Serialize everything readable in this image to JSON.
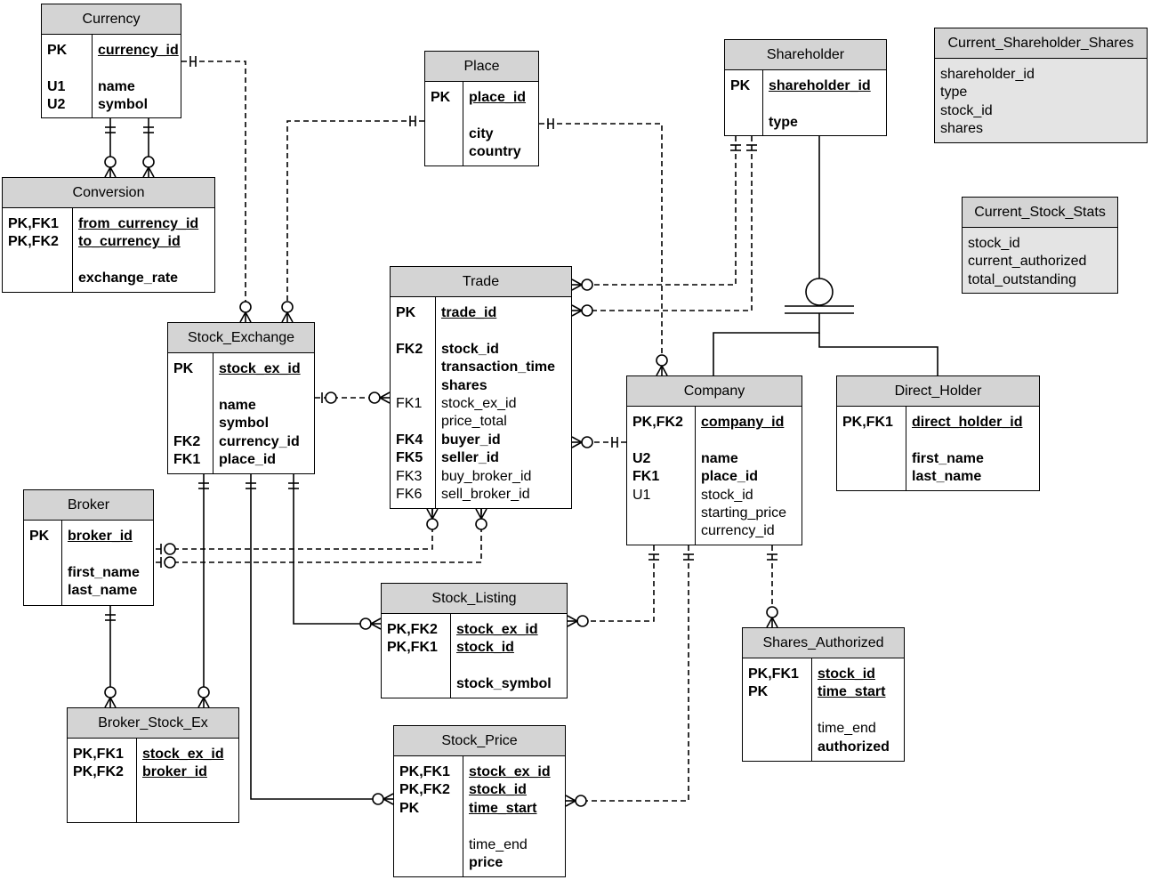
{
  "entities": {
    "currency": {
      "name": "Currency",
      "rows": [
        {
          "key": "PK",
          "field": "currency_id",
          "bold": true,
          "pk": true
        },
        {
          "key": "",
          "field": "",
          "bold": false,
          "pk": false
        },
        {
          "key": "U1",
          "field": "name",
          "bold": true,
          "pk": false
        },
        {
          "key": "U2",
          "field": "symbol",
          "bold": true,
          "pk": false
        }
      ]
    },
    "conversion": {
      "name": "Conversion",
      "rows": [
        {
          "key": "PK,FK1",
          "field": "from_currency_id",
          "bold": true,
          "pk": true
        },
        {
          "key": "PK,FK2",
          "field": "to_currency_id",
          "bold": true,
          "pk": true
        },
        {
          "key": "",
          "field": "",
          "bold": false,
          "pk": false
        },
        {
          "key": "",
          "field": "exchange_rate",
          "bold": true,
          "pk": false
        }
      ]
    },
    "place": {
      "name": "Place",
      "rows": [
        {
          "key": "PK",
          "field": "place_id",
          "bold": true,
          "pk": true
        },
        {
          "key": "",
          "field": "",
          "bold": false,
          "pk": false
        },
        {
          "key": "",
          "field": "city",
          "bold": true,
          "pk": false
        },
        {
          "key": "",
          "field": "country",
          "bold": true,
          "pk": false
        }
      ]
    },
    "shareholder": {
      "name": "Shareholder",
      "rows": [
        {
          "key": "PK",
          "field": "shareholder_id",
          "bold": true,
          "pk": true
        },
        {
          "key": "",
          "field": "",
          "bold": false,
          "pk": false
        },
        {
          "key": "",
          "field": "type",
          "bold": true,
          "pk": false
        }
      ]
    },
    "stock_exchange": {
      "name": "Stock_Exchange",
      "rows": [
        {
          "key": "PK",
          "field": "stock_ex_id",
          "bold": true,
          "pk": true
        },
        {
          "key": "",
          "field": "",
          "bold": false,
          "pk": false
        },
        {
          "key": "",
          "field": "name",
          "bold": true,
          "pk": false
        },
        {
          "key": "",
          "field": "symbol",
          "bold": true,
          "pk": false
        },
        {
          "key": "FK2",
          "field": "currency_id",
          "bold": true,
          "pk": false
        },
        {
          "key": "FK1",
          "field": "place_id",
          "bold": true,
          "pk": false
        }
      ]
    },
    "trade": {
      "name": "Trade",
      "rows": [
        {
          "key": "PK",
          "field": "trade_id",
          "bold": true,
          "pk": true
        },
        {
          "key": "",
          "field": "",
          "bold": false,
          "pk": false
        },
        {
          "key": "FK2",
          "field": "stock_id",
          "bold": true,
          "pk": false
        },
        {
          "key": "",
          "field": "transaction_time",
          "bold": true,
          "pk": false
        },
        {
          "key": "",
          "field": "shares",
          "bold": true,
          "pk": false
        },
        {
          "key": "FK1",
          "field": "stock_ex_id",
          "bold": false,
          "pk": false
        },
        {
          "key": "",
          "field": "price_total",
          "bold": false,
          "pk": false
        },
        {
          "key": "FK4",
          "field": "buyer_id",
          "bold": true,
          "pk": false
        },
        {
          "key": "FK5",
          "field": "seller_id",
          "bold": true,
          "pk": false
        },
        {
          "key": "FK3",
          "field": "buy_broker_id",
          "bold": false,
          "pk": false
        },
        {
          "key": "FK6",
          "field": "sell_broker_id",
          "bold": false,
          "pk": false
        }
      ]
    },
    "company": {
      "name": "Company",
      "rows": [
        {
          "key": "PK,FK2",
          "field": "company_id",
          "bold": true,
          "pk": true
        },
        {
          "key": "",
          "field": "",
          "bold": false,
          "pk": false
        },
        {
          "key": "U2",
          "field": "name",
          "bold": true,
          "pk": false
        },
        {
          "key": "FK1",
          "field": "place_id",
          "bold": true,
          "pk": false
        },
        {
          "key": "U1",
          "field": "stock_id",
          "bold": false,
          "pk": false
        },
        {
          "key": "",
          "field": "starting_price",
          "bold": false,
          "pk": false
        },
        {
          "key": "",
          "field": "currency_id",
          "bold": false,
          "pk": false
        }
      ]
    },
    "direct_holder": {
      "name": "Direct_Holder",
      "rows": [
        {
          "key": "PK,FK1",
          "field": "direct_holder_id",
          "bold": true,
          "pk": true
        },
        {
          "key": "",
          "field": "",
          "bold": false,
          "pk": false
        },
        {
          "key": "",
          "field": "first_name",
          "bold": true,
          "pk": false
        },
        {
          "key": "",
          "field": "last_name",
          "bold": true,
          "pk": false
        }
      ]
    },
    "broker": {
      "name": "Broker",
      "rows": [
        {
          "key": "PK",
          "field": "broker_id",
          "bold": true,
          "pk": true
        },
        {
          "key": "",
          "field": "",
          "bold": false,
          "pk": false
        },
        {
          "key": "",
          "field": "first_name",
          "bold": true,
          "pk": false
        },
        {
          "key": "",
          "field": "last_name",
          "bold": true,
          "pk": false
        }
      ]
    },
    "stock_listing": {
      "name": "Stock_Listing",
      "rows": [
        {
          "key": "PK,FK2",
          "field": "stock_ex_id",
          "bold": true,
          "pk": true
        },
        {
          "key": "PK,FK1",
          "field": "stock_id",
          "bold": true,
          "pk": true
        },
        {
          "key": "",
          "field": "",
          "bold": false,
          "pk": false
        },
        {
          "key": "",
          "field": "stock_symbol",
          "bold": true,
          "pk": false
        }
      ]
    },
    "shares_authorized": {
      "name": "Shares_Authorized",
      "rows": [
        {
          "key": "PK,FK1",
          "field": "stock_id",
          "bold": true,
          "pk": true
        },
        {
          "key": "PK",
          "field": "time_start",
          "bold": true,
          "pk": true
        },
        {
          "key": "",
          "field": "",
          "bold": false,
          "pk": false
        },
        {
          "key": "",
          "field": "time_end",
          "bold": false,
          "pk": false
        },
        {
          "key": "",
          "field": "authorized",
          "bold": true,
          "pk": false
        }
      ]
    },
    "broker_stock_ex": {
      "name": "Broker_Stock_Ex",
      "rows": [
        {
          "key": "PK,FK1",
          "field": "stock_ex_id",
          "bold": true,
          "pk": true
        },
        {
          "key": "PK,FK2",
          "field": "broker_id",
          "bold": true,
          "pk": true
        }
      ]
    },
    "stock_price": {
      "name": "Stock_Price",
      "rows": [
        {
          "key": "PK,FK1",
          "field": "stock_ex_id",
          "bold": true,
          "pk": true
        },
        {
          "key": "PK,FK2",
          "field": "stock_id",
          "bold": true,
          "pk": true
        },
        {
          "key": "PK",
          "field": "time_start",
          "bold": true,
          "pk": true
        },
        {
          "key": "",
          "field": "",
          "bold": false,
          "pk": false
        },
        {
          "key": "",
          "field": "time_end",
          "bold": false,
          "pk": false
        },
        {
          "key": "",
          "field": "price",
          "bold": true,
          "pk": false
        }
      ]
    }
  },
  "views": {
    "current_shareholder_shares": {
      "name": "Current_Shareholder_Shares",
      "fields": [
        "shareholder_id",
        "type",
        "stock_id",
        "shares"
      ]
    },
    "current_stock_stats": {
      "name": "Current_Stock_Stats",
      "fields": [
        "stock_id",
        "current_authorized",
        "total_outstanding"
      ]
    }
  }
}
